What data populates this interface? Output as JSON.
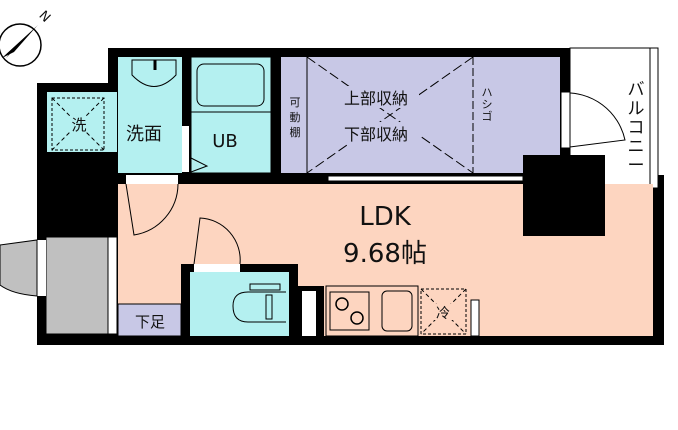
{
  "compass": {
    "label": "N"
  },
  "rooms": {
    "laundry": {
      "label": "洗"
    },
    "washroom": {
      "label": "洗面"
    },
    "bath": {
      "label": "UB"
    },
    "shelf": {
      "label_chars": [
        "可",
        "動",
        "棚"
      ]
    },
    "storage": {
      "upper": "上部収納",
      "lower": "下部収納"
    },
    "ladder": {
      "label_chars": [
        "ハ",
        "シ",
        "ゴ"
      ]
    },
    "ldk": {
      "name": "LDK",
      "size": "9.68帖"
    },
    "shoe": {
      "label": "下足"
    },
    "fridge": {
      "label": "冷"
    },
    "balcony": {
      "label_chars": [
        "バ",
        "ル",
        "コ",
        "ニ",
        "ー"
      ]
    }
  },
  "colors": {
    "wall": "#000000",
    "wet": "#b4f0f0",
    "storage": "#c8c8e6",
    "ldk": "#fdd5c0",
    "entrance": "#c0c0c0"
  }
}
